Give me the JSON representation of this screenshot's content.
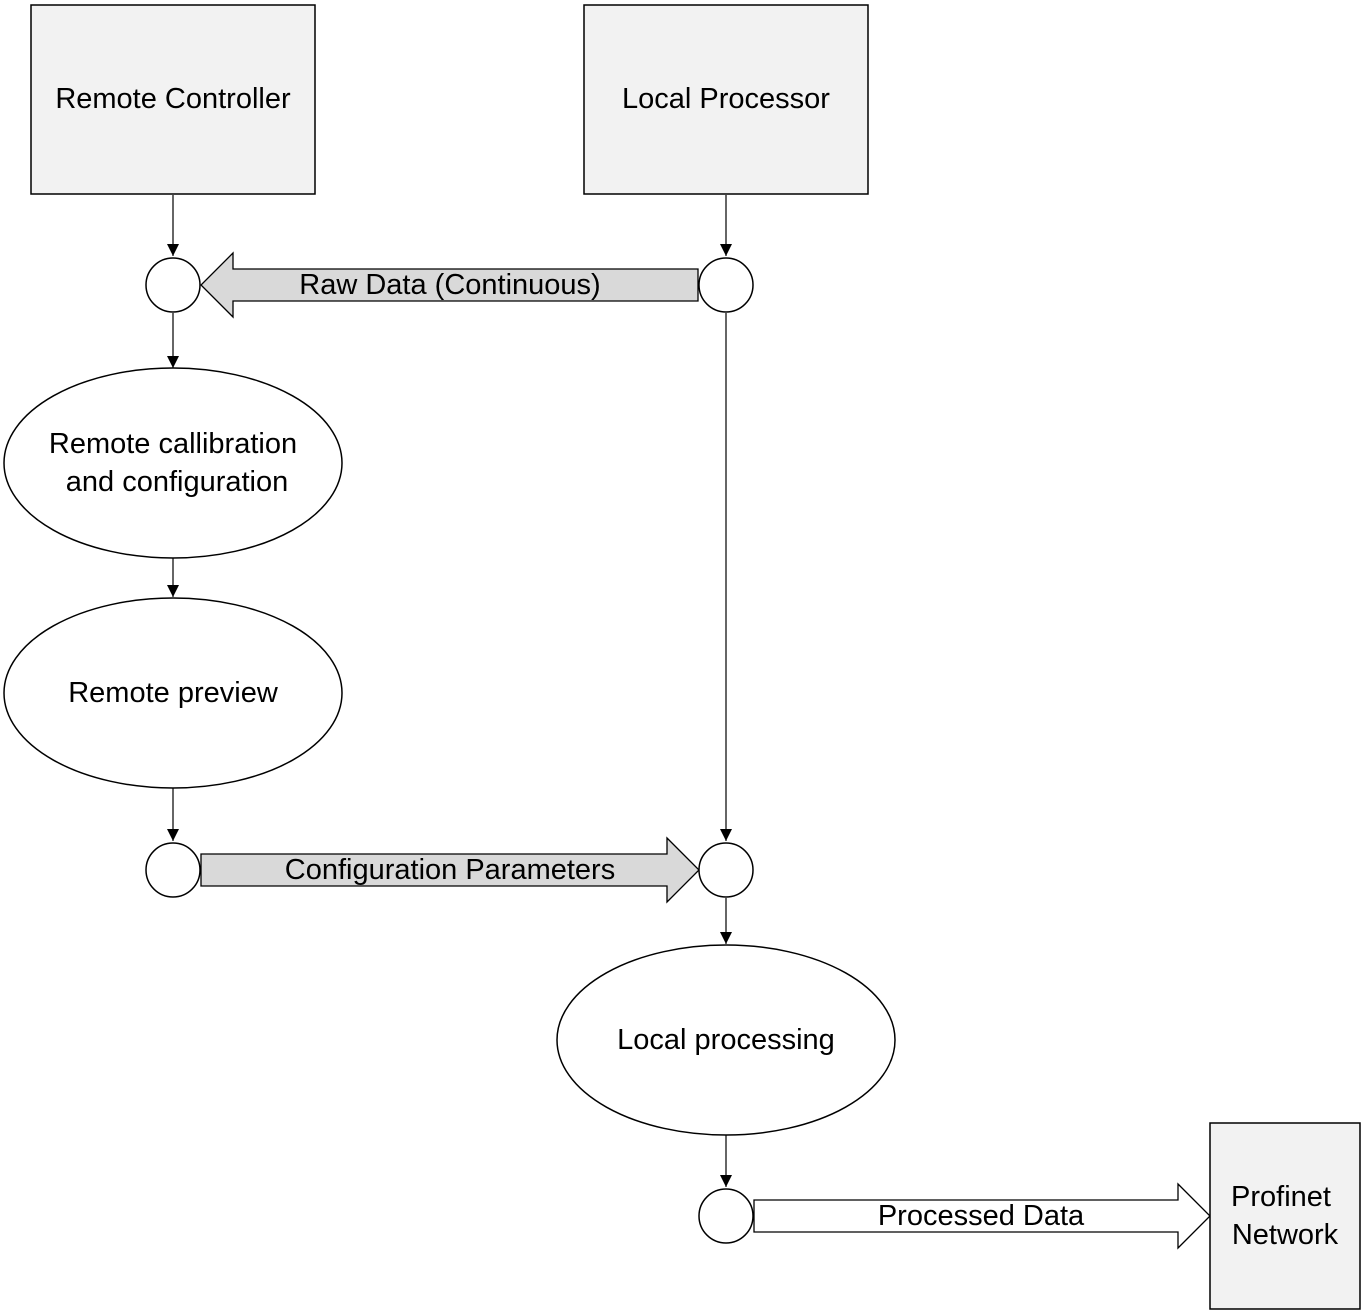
{
  "colors": {
    "box_fill": "#f2f2f2",
    "arrow_fill": "#d9d9d9",
    "outline": "#000000",
    "background": "#ffffff"
  },
  "nodes": {
    "remote_controller": "Remote Controller",
    "local_processor": "Local Processor",
    "remote_calibration_line1": "Remote callibration",
    "remote_calibration_line2": "and configuration",
    "remote_preview": "Remote preview",
    "local_processing": "Local processing",
    "profinet_line1": "Profinet",
    "profinet_line2": "Network"
  },
  "flows": {
    "raw_data": "Raw Data (Continuous)",
    "configuration_parameters": "Configuration Parameters",
    "processed_data": "Processed Data"
  }
}
